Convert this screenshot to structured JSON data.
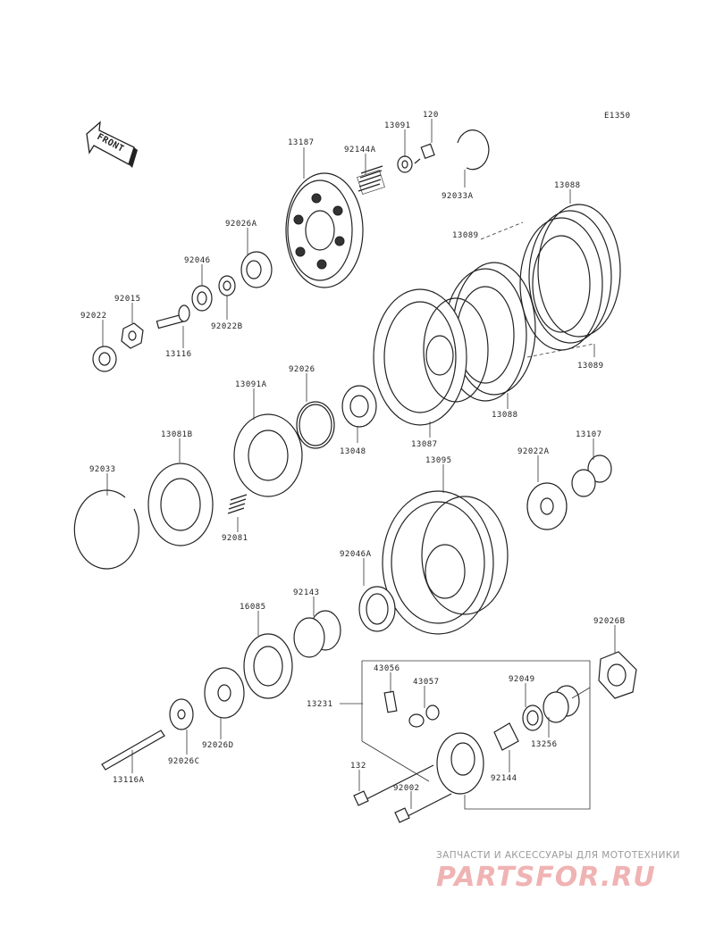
{
  "diagram_code": "E1350",
  "front_label": "FRONT",
  "watermark": {
    "top_text": "ЗАПЧАСТИ И АКСЕССУАРЫ ДЛЯ МОТОТЕХНИКИ",
    "logo_text": "PARTSFOR.RU"
  },
  "parts": [
    "13187",
    "92144A",
    "13091",
    "120",
    "92033A",
    "92026A",
    "92046",
    "92015",
    "92022",
    "13116",
    "92022B",
    "13088",
    "13089",
    "13089",
    "13087",
    "13088",
    "13091A",
    "92026",
    "13048",
    "13081B",
    "92033",
    "92081",
    "13095",
    "92022A",
    "13107",
    "92046A",
    "92143",
    "16085",
    "92026B",
    "43056",
    "43057",
    "92049",
    "13231",
    "13256",
    "92144",
    "132",
    "92002",
    "92026D",
    "92026C",
    "13116A"
  ]
}
